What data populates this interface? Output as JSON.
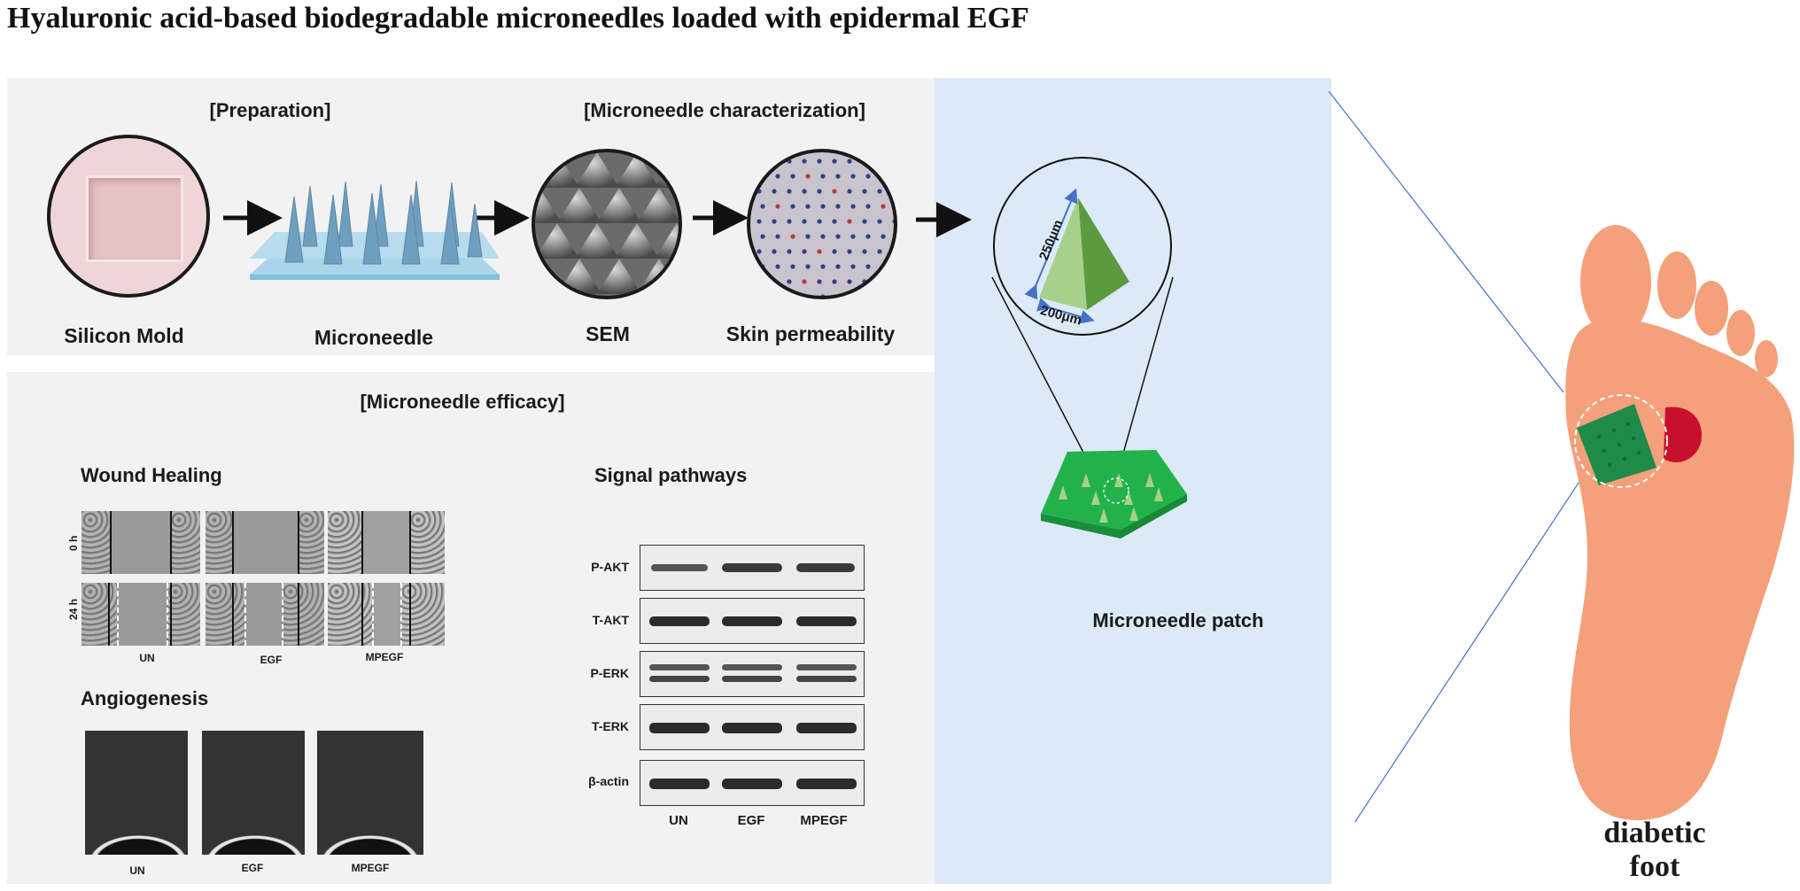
{
  "title": "Hyaluronic acid-based biodegradable microneedles loaded with epidermal EGF",
  "sections": {
    "preparation": "[Preparation]",
    "characterization": "[Microneedle characterization]",
    "efficacy": "[Microneedle efficacy]"
  },
  "steps": {
    "mold": "Silicon Mold",
    "microneedle": "Microneedle",
    "sem": "SEM",
    "skin": "Skin permeability"
  },
  "wound": {
    "title": "Wound Healing",
    "rows": [
      "0 h",
      "24 h"
    ],
    "groups": [
      "UN",
      "EGF",
      "MPEGF"
    ]
  },
  "angio": {
    "title": "Angiogenesis",
    "groups": [
      "UN",
      "EGF",
      "MPEGF"
    ]
  },
  "signal": {
    "title": "Signal pathways",
    "proteins": [
      "P-AKT",
      "T-AKT",
      "P-ERK",
      "T-ERK",
      "β-actin"
    ],
    "groups": [
      "UN",
      "EGF",
      "MPEGF"
    ]
  },
  "patch": {
    "height": "250μm",
    "base": "200μm",
    "label": "Microneedle patch"
  },
  "foot": {
    "label": "diabetic foot"
  },
  "colors": {
    "patch_green": "#22b24c",
    "needle_green": "#a8d08d",
    "skin": "#f4a07a",
    "wound_red": "#c8102e",
    "panel_blue": "#dce9f6",
    "panel_gray": "#f2f2f2"
  }
}
